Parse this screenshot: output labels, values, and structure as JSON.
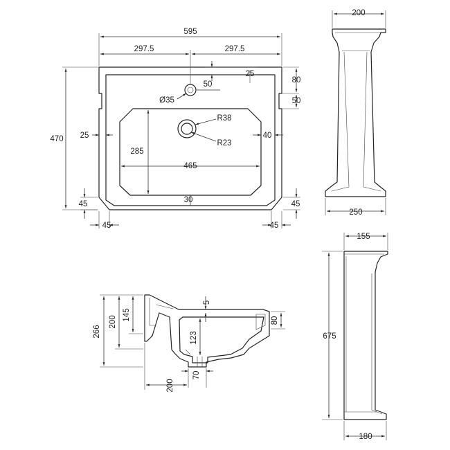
{
  "plan_view": {
    "overall_width": "595",
    "half_width_left": "297.5",
    "half_width_right": "297.5",
    "overall_depth": "470",
    "tap_hole_diameter": "Ø35",
    "tap_hole_offset": "50",
    "top_rim": "25",
    "back_ledge": "80",
    "ledge_step": "50",
    "side_rim_left": "25",
    "side_rim_right": "40",
    "bowl_depth": "285",
    "bowl_width": "465",
    "front_rim": "30",
    "waste_outer_radius": "R38",
    "waste_inner_radius": "R23",
    "chamfer_left_vertical": "45",
    "chamfer_right_vertical": "45",
    "chamfer_left_horizontal": "45",
    "chamfer_right_horizontal": "45"
  },
  "pedestal_front": {
    "top_width": "200",
    "base_width": "250"
  },
  "section_view": {
    "overall_height": "266",
    "back_height": "200",
    "bracket_height": "145",
    "rim_drop": "5",
    "front_rim_height": "80",
    "waste_depth": "123",
    "waste_width": "70",
    "back_to_waste": "200"
  },
  "pedestal_side": {
    "top_width": "155",
    "height": "675",
    "base_width": "180"
  }
}
